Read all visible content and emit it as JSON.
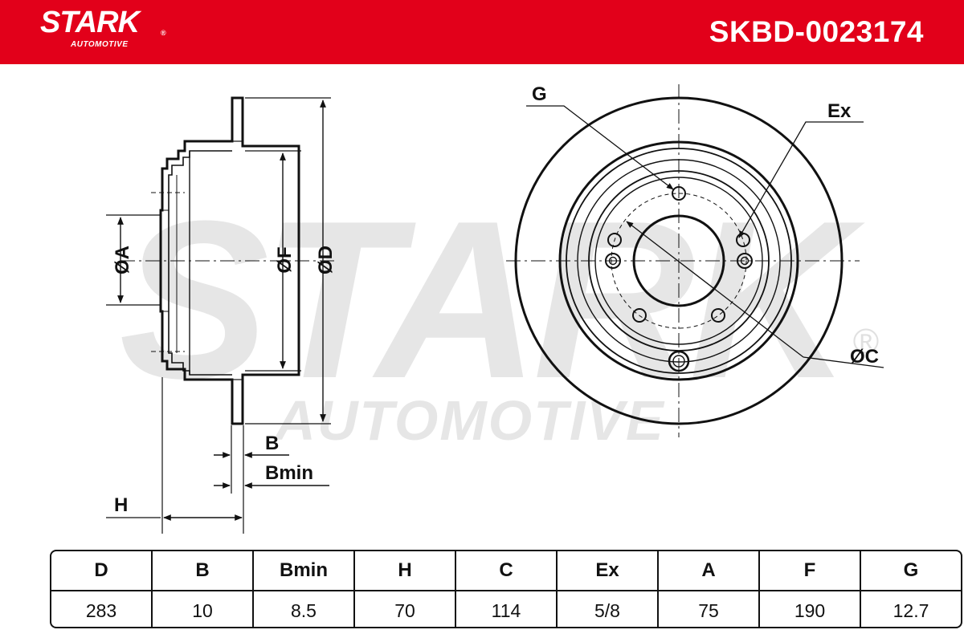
{
  "header": {
    "brand": "STARK",
    "brand_registered": "®",
    "brand_sub": "AUTOMOTIVE",
    "part_number": "SKBD-0023174",
    "color": "#e2001a"
  },
  "watermark": {
    "main": "STARK",
    "sub": "AUTOMOTIVE",
    "registered": "®"
  },
  "drawing_labels": {
    "A": "ØA",
    "F": "ØF",
    "D": "ØD",
    "B": "B",
    "Bmin": "Bmin",
    "H": "H",
    "G": "G",
    "Ex": "Ex",
    "C": "ØC"
  },
  "table": {
    "headers": [
      "D",
      "B",
      "Bmin",
      "H",
      "C",
      "Ex",
      "A",
      "F",
      "G"
    ],
    "values": [
      "283",
      "10",
      "8.5",
      "70",
      "114",
      "5/8",
      "75",
      "190",
      "12.7"
    ]
  }
}
